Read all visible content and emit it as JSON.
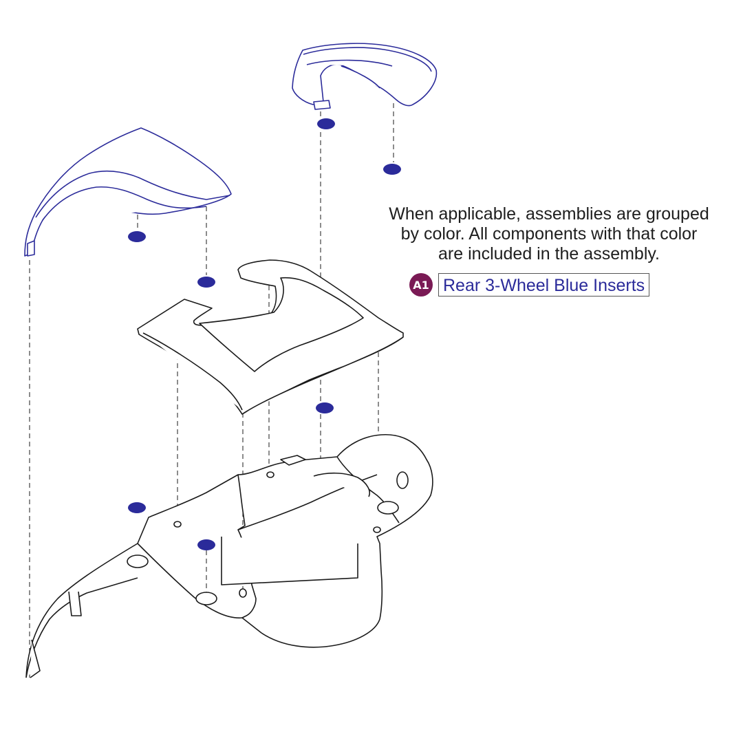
{
  "note": {
    "lines": [
      "When applicable, assemblies are grouped",
      "by color. All components with that color",
      "are included in the assembly."
    ]
  },
  "legend": {
    "badge": "A1",
    "label": "Rear 3-Wheel Blue Inserts"
  },
  "colors": {
    "assembly_blue": "#2b2b9a",
    "badge_color": "#7a1a55",
    "legend_text": "#2b2b9a",
    "line_dark": "#1a1a1a"
  }
}
